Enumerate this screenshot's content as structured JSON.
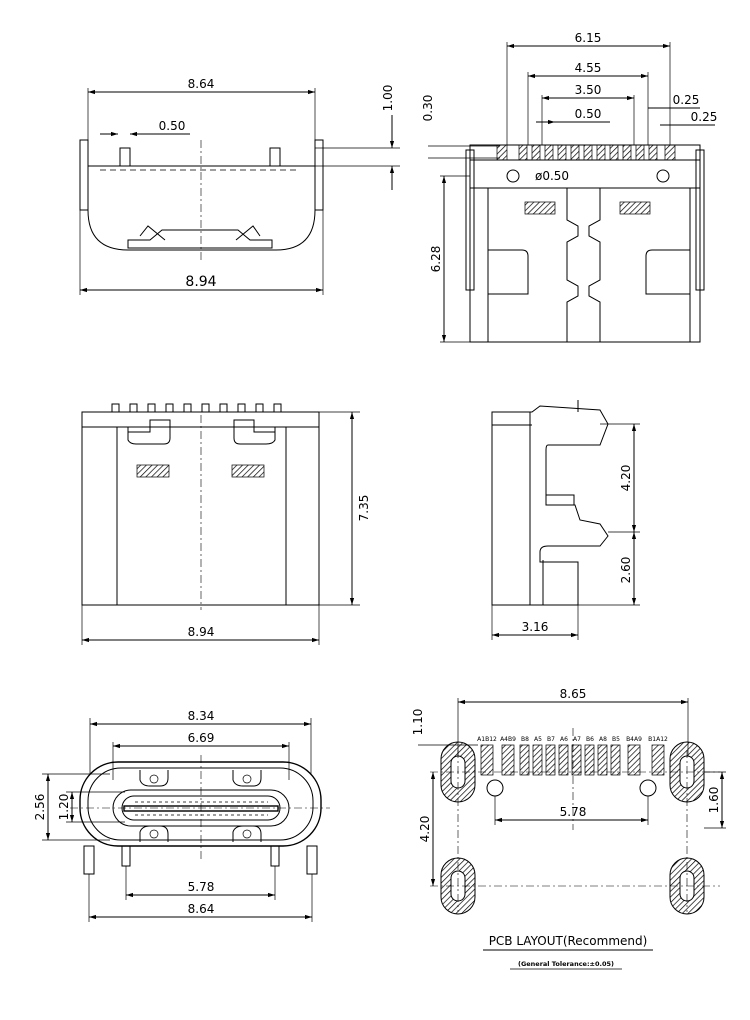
{
  "views": {
    "top": {
      "d1": "8.64",
      "d2": "0.50",
      "d3": "1.00",
      "d4": "8.94"
    },
    "front": {
      "d1": "6.15",
      "d2": "4.55",
      "d3": "3.50",
      "d4": "0.50",
      "d5": "0.25",
      "d6": "0.25",
      "d7": "0.30",
      "d8": "ø0.50",
      "d9": "6.28"
    },
    "body": {
      "d1": "7.35",
      "d2": "8.94"
    },
    "side": {
      "d1": "4.20",
      "d2": "2.60",
      "d3": "3.16"
    },
    "port": {
      "d1": "8.34",
      "d2": "6.69",
      "d3": "2.56",
      "d4": "1.20",
      "d5": "5.78",
      "d6": "8.64"
    },
    "pcb": {
      "d1": "8.65",
      "d2": "1.10",
      "d3": "5.78",
      "d4": "4.20",
      "d5": "1.60",
      "pin_labels": [
        "A1B12",
        "A4B9",
        "B8",
        "A5",
        "B7",
        "A6",
        "A7",
        "B6",
        "A8",
        "B5",
        "B4A9",
        "B1A12"
      ],
      "title": "PCB  LAYOUT(Recommend)",
      "tolerance": "(General  Tolerance:±0.05)"
    }
  }
}
